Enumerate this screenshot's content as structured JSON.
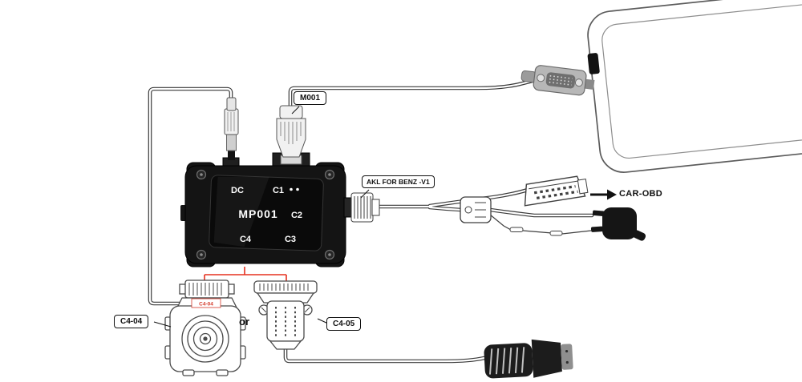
{
  "device": {
    "name": "MP001",
    "ports": {
      "dc": "DC",
      "c1": "C1",
      "c2": "C2",
      "c3": "C3",
      "c4": "C4"
    }
  },
  "callouts": {
    "m001": "M001",
    "akl_for_benz": "AKL FOR BENZ -V1",
    "car_obd": "CAR-OBD",
    "c4_04": "C4-04",
    "c4_05": "C4-05",
    "or_text": "or",
    "adapter_tag": "C4-04"
  },
  "colors": {
    "highlight_wire": "#e5301f",
    "device_body": "#141414",
    "adapter_tag_red": "#d43a2a",
    "line_art": "#3f3f3f"
  }
}
